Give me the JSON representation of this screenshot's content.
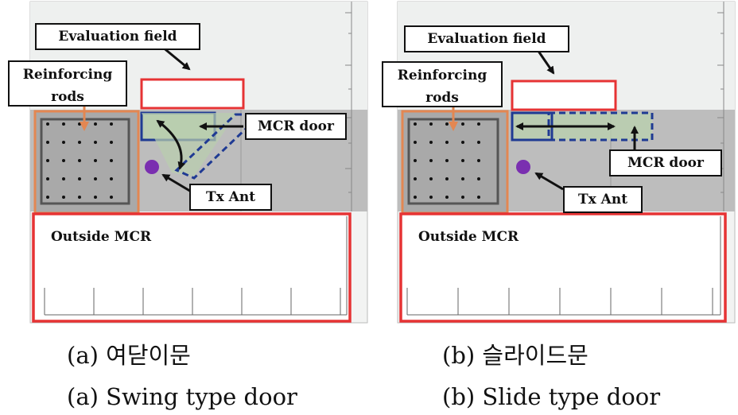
{
  "colors": {
    "outer_box": "#e63334",
    "rods_box": "#e38752",
    "door_frame": "#1f3a93",
    "door_fill": "#b9cfae",
    "antenna": "#7a2fb0",
    "floor": "#bdbdbd",
    "background": "#eef0ef"
  },
  "panel_a": {
    "evaluation_field": "Evaluation field",
    "reinforcing_rods": "Reinforcing rods",
    "mcr_door": "MCR door",
    "tx_ant": "Tx Ant",
    "outside_mcr": "Outside MCR"
  },
  "panel_b": {
    "evaluation_field": "Evaluation field",
    "reinforcing_rods": "Reinforcing rods",
    "mcr_door": "MCR door",
    "tx_ant": "Tx Ant",
    "outside_mcr": "Outside MCR"
  },
  "captions": {
    "a_korean": "(a)  여닫이문",
    "b_korean": "(b)  슬라이드문",
    "a_english": "(a)  Swing type door",
    "b_english": "(b)  Slide type door"
  }
}
